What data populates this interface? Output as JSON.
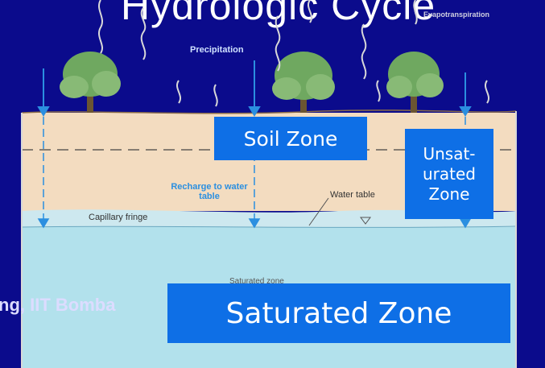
{
  "title": "Hydrologic Cycle",
  "footer_text": "ng, IIT Bomba",
  "labels": {
    "precipitation": "Precipitation",
    "evapotranspiration": "Evapotranspiration",
    "recharge": "Recharge to water table",
    "water_table": "Water table",
    "capillary_fringe": "Capillary fringe",
    "saturated_zone_small": "Saturated zone"
  },
  "overlays": {
    "soil_zone": "Soil Zone",
    "unsaturated_zone": "Unsat-\nurated\nZone",
    "saturated_zone": "Saturated Zone"
  },
  "colors": {
    "background": "#0b0b8c",
    "soil": "#f3dcc0",
    "capillary": "#cde8ef",
    "saturated": "#b2e1ec",
    "overlay": "#0e6fe6",
    "arrow": "#2b8fe0"
  }
}
